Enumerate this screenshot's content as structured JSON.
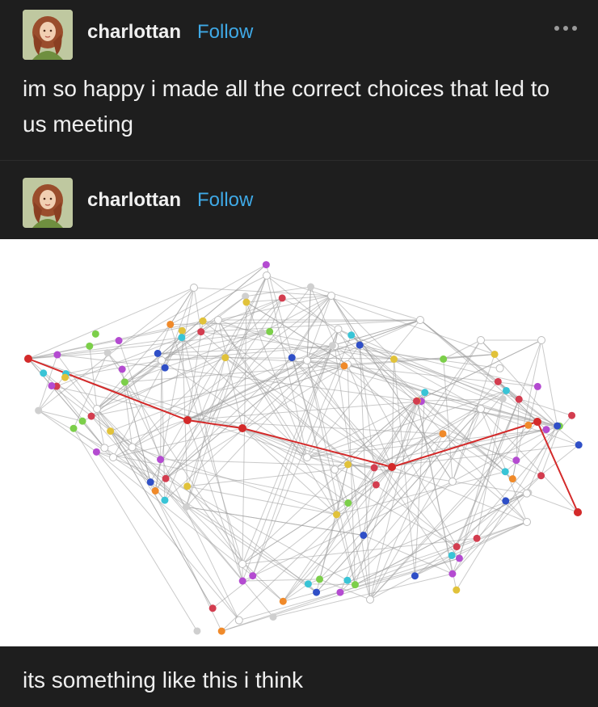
{
  "post1": {
    "username": "charlottan",
    "follow_label": "Follow",
    "text": "im so happy i made all the correct choices that led to us meeting"
  },
  "post2": {
    "username": "charlottan",
    "follow_label": "Follow",
    "caption": "its something like this i think"
  },
  "icons": {
    "avatar": "avatar-icon",
    "more": "more-options-icon"
  },
  "colors": {
    "background": "#1e1e1e",
    "follow": "#3fa9e6",
    "highlight_path": "#d42a2a",
    "edge": "#9e9e9e"
  }
}
